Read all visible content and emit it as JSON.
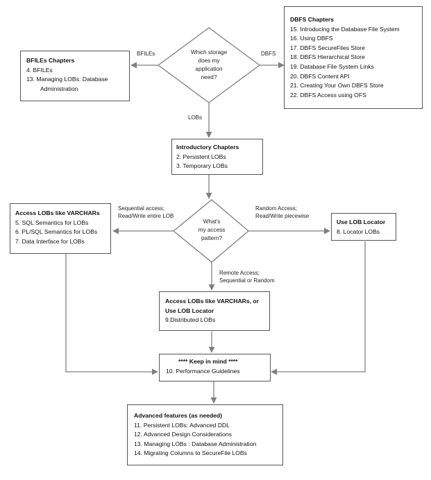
{
  "decision_storage": [
    "Which storage",
    "does my",
    "application",
    "need?"
  ],
  "decision_pattern": [
    "What's",
    "my access",
    "pattern?"
  ],
  "edge_labels": {
    "bfiles": "BFILEs",
    "dbfs": "DBFS",
    "lobs": "LOBs",
    "sequential": [
      "Sequential access;",
      "Read/Write entire LOB"
    ],
    "random": [
      "Random Access;",
      "Read/Write piecewise"
    ],
    "remote": [
      "Remote Access;",
      "Sequential or Random"
    ]
  },
  "dbfs_box": {
    "title": "DBFS Chapters",
    "items": [
      "15.  Introducing the Database File System",
      "16.  Using DBFS",
      "17.  DBFS SecureFiles Store",
      "18.  DBFS Hierarchical Store",
      "19.  Database File System Links",
      "20.  DBFS Content API",
      "21.  Creating Your Own DBFS Store",
      "22.  DBFS Access using OFS"
    ]
  },
  "bfiles_box": {
    "title": "BFILEs Chapters",
    "items": [
      "4. BFILEs",
      "13. Managing LOBs: Database Administration"
    ]
  },
  "intro_box": {
    "title": "Introductory Chapters",
    "items": [
      "2. Persistent LOBs",
      "3. Temporary LOBs"
    ]
  },
  "varchar_box": {
    "title": "Access LOBs like VARCHARs",
    "items": [
      "5. SQL Semantics for LOBs",
      "6. PL/SQL Semantics for LOBs",
      "7. Data Interface for LOBs"
    ]
  },
  "locator_box": {
    "title": "Use LOB Locator",
    "items": [
      "8. Locator LOBs"
    ]
  },
  "distributed_box": {
    "title_lines": [
      "Access LOBs like VARCHARs, or",
      "Use LOB Locator"
    ],
    "items": [
      "9.Distributed LOBs"
    ]
  },
  "mind_box": {
    "title": "**** Keep in mind ****",
    "items": [
      "10. Performance Guidelines"
    ]
  },
  "advanced_box": {
    "title": "Advanced features (as needed)",
    "items": [
      "11. Persistent LOBs: Advanced DDL",
      "12. Advanced Design Considerations",
      "13. Managing LOBs :  Database Administration",
      "14. Migrating Columns to SecureFile LOBs"
    ]
  }
}
